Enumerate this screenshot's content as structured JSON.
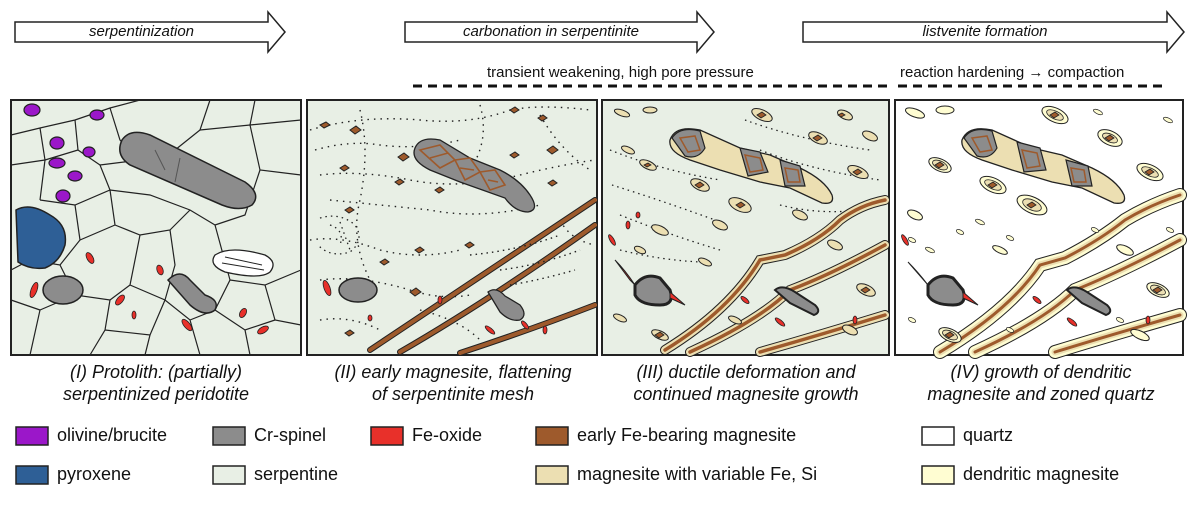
{
  "stages": [
    {
      "arrow": "serpentinization",
      "caption_1": "(I) Protolith: (partially)",
      "caption_2": "serpentinized peridotite"
    },
    {
      "arrow": "carbonation in serpentinite",
      "caption_1": "(II) early magnesite, flattening",
      "caption_2": "of serpentinite mesh"
    },
    {
      "arrow": "",
      "caption_1": "(III) ductile deformation and",
      "caption_2": "continued magnesite growth"
    },
    {
      "arrow": "listvenite formation",
      "caption_1": "(IV) growth of dendritic",
      "caption_2": "magnesite and zoned quartz"
    }
  ],
  "notes": {
    "weakening": "transient weakening, high pore pressure",
    "hardening": "reaction hardening → compaction"
  },
  "legend": [
    {
      "label": "olivine/brucite",
      "color": "#9b17c9"
    },
    {
      "label": "Cr-spinel",
      "color": "#8c8c8c"
    },
    {
      "label": "Fe-oxide",
      "color": "#e8302a"
    },
    {
      "label": "early Fe-bearing magnesite",
      "color": "#9e5a2c"
    },
    {
      "label": "quartz",
      "color": "#ffffff"
    },
    {
      "label": "pyroxene",
      "color": "#2e5f96"
    },
    {
      "label": "serpentine",
      "color": "#e8efe5"
    },
    {
      "label": "magnesite with variable Fe, Si",
      "color": "#ecdfb2"
    },
    {
      "label": "dendritic magnesite",
      "color": "#fffdd2"
    }
  ]
}
